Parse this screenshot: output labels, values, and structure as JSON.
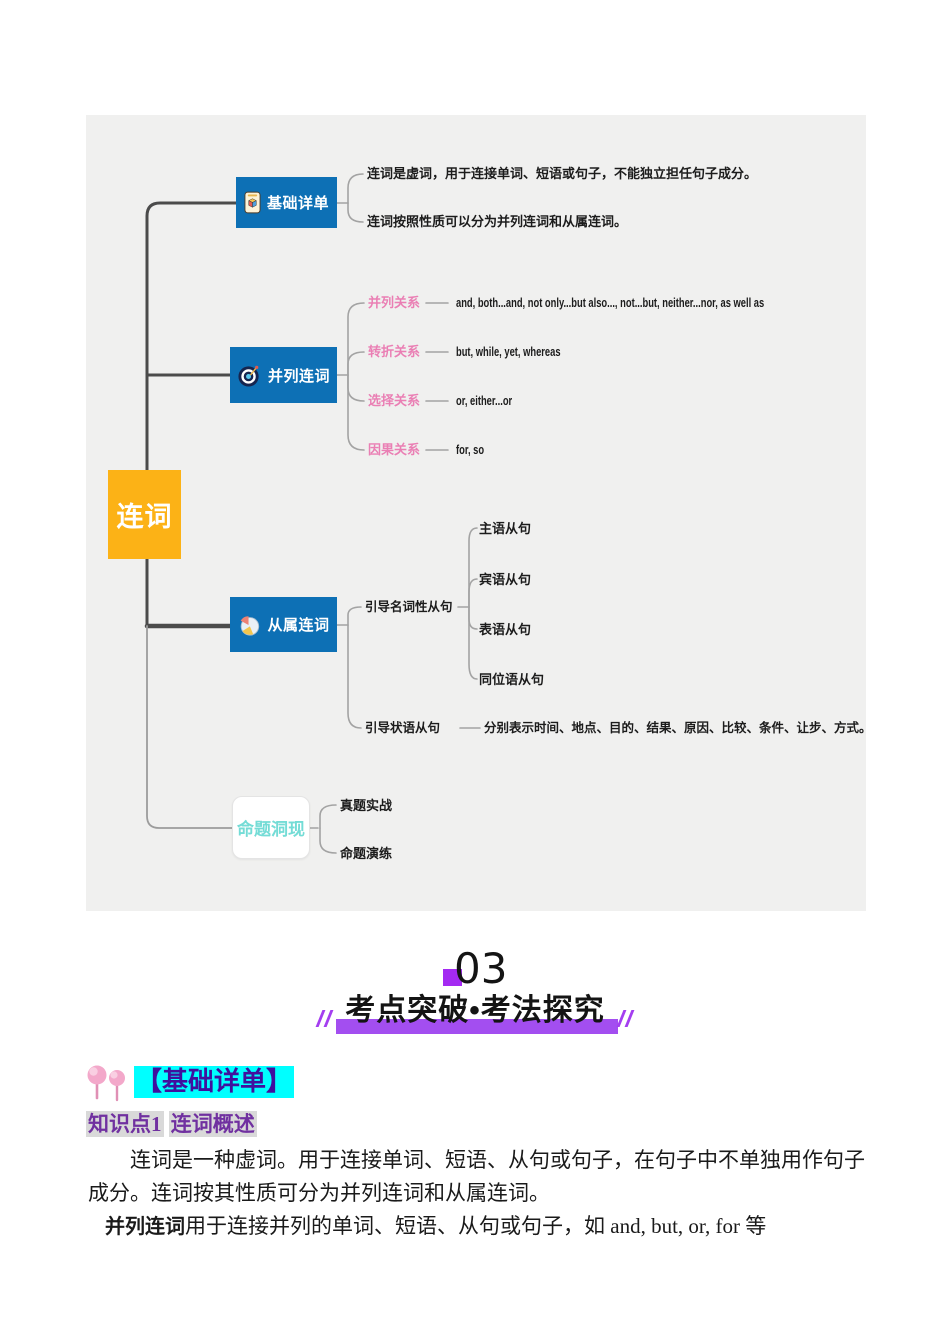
{
  "mindmap": {
    "root": "连词",
    "basics": {
      "label": "基础详单",
      "icon": "notebook-icon",
      "item1": "连词是虚词，用于连接单词、短语或句子，不能独立担任句子成分。",
      "item2": "连词按照性质可以分为并列连词和从属连词。"
    },
    "coordinating": {
      "label": "并列连词",
      "icon": "target-icon",
      "rows": [
        {
          "relation": "并列关系",
          "words": "and, both...and, not only...but also..., not...but, neither...nor, as well as"
        },
        {
          "relation": "转折关系",
          "words": "but, while, yet, whereas"
        },
        {
          "relation": "选择关系",
          "words": "or, either...or"
        },
        {
          "relation": "因果关系",
          "words": "for, so"
        }
      ]
    },
    "subordinating": {
      "label": "从属连词",
      "icon": "pie-chart-icon",
      "noun_clause": {
        "label": "引导名词性从句",
        "items": [
          "主语从句",
          "宾语从句",
          "表语从句",
          "同位语从句"
        ]
      },
      "adverbial_clause": {
        "label": "引导状语从句",
        "desc": "分别表示时间、地点、目的、结果、原因、比较、条件、让步、方式。"
      }
    },
    "propositions": {
      "label": "命题洞现",
      "item1": "真题实战",
      "item2": "命题演练"
    }
  },
  "section_header": {
    "number": "03",
    "title": "考点突破•考法探究"
  },
  "body": {
    "subheading": "【基础详单】",
    "kp_tag": "知识点1",
    "kp_title": "连词概述",
    "para1": "连词是一种虚词。用于连接单词、短语、从句或句子，在句子中不单独用作句子成分。连词按其性质可分为并列连词和从属连词。",
    "para2_lead": "并列连词",
    "para2_text": "用于连接并列的单词、短语、从句或句子，如 and, but, or, for 等"
  },
  "colors": {
    "node_blue": "#0d70b5",
    "root_yellow": "#fcb216",
    "relation_pink": "#ea7fb4",
    "proposition_teal": "#74dcd6",
    "accent_purple": "#a34ef0",
    "subheading_bg_cyan": "#00ffff",
    "subheading_text": "#40109e",
    "kp_purple": "#7030a0",
    "map_background": "#f0f0ef"
  }
}
